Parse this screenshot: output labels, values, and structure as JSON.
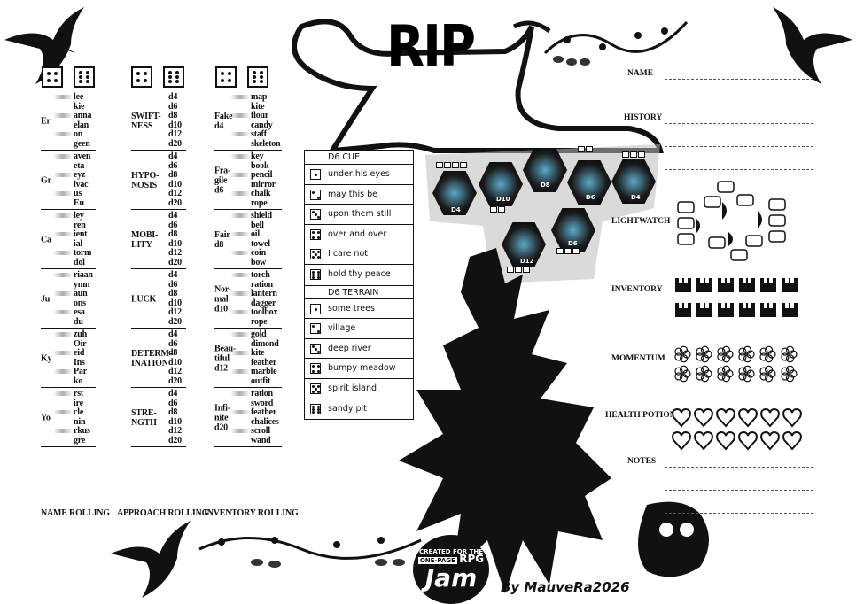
{
  "title": "RIP",
  "credit": "By MauveRa2026",
  "jam": {
    "line1": "CREATED FOR THE",
    "line2a": "ONE-PAGE",
    "line2b": "RPG",
    "line3": "Jam"
  },
  "name_rolling": {
    "footer": "NAME ROLLING",
    "groups": [
      {
        "label": "Er",
        "values": [
          "lee",
          "kie",
          "anna",
          "elan",
          "on",
          "geen"
        ]
      },
      {
        "label": "Gr",
        "values": [
          "aven",
          "eta",
          "eyz",
          "ivac",
          "us",
          "Eu"
        ]
      },
      {
        "label": "Ca",
        "values": [
          "ley",
          "ren",
          "ient",
          "ial",
          "torm",
          "dol"
        ]
      },
      {
        "label": "Ju",
        "values": [
          "riaan",
          "ymn",
          "aun",
          "ons",
          "esa",
          "du"
        ]
      },
      {
        "label": "Ky",
        "values": [
          "zuh",
          "Oir",
          "eid",
          "Ins",
          "Par",
          "ko"
        ]
      },
      {
        "label": "Yo",
        "values": [
          "rst",
          "ire",
          "cle",
          "nin",
          "rkus",
          "gre"
        ]
      }
    ]
  },
  "approach_rolling": {
    "footer": "APPROACH ROLLING",
    "groups": [
      {
        "label1": "SWIFT-",
        "label2": "NESS",
        "values": [
          "d4",
          "d6",
          "d8",
          "d10",
          "d12",
          "d20"
        ]
      },
      {
        "label1": "HYPO-",
        "label2": "NOSIS",
        "values": [
          "d4",
          "d6",
          "d8",
          "d10",
          "d12",
          "d20"
        ]
      },
      {
        "label1": "MOBI-",
        "label2": "LITY",
        "values": [
          "d4",
          "d6",
          "d8",
          "d10",
          "d12",
          "d20"
        ]
      },
      {
        "label1": "LUCK",
        "label2": "",
        "values": [
          "d4",
          "d6",
          "d8",
          "d10",
          "d12",
          "d20"
        ]
      },
      {
        "label1": "DETERM-",
        "label2": "INATION",
        "values": [
          "d4",
          "d6",
          "d8",
          "d10",
          "d12",
          "d20"
        ]
      },
      {
        "label1": "STRE-",
        "label2": "NGTH",
        "values": [
          "d4",
          "d6",
          "d8",
          "d10",
          "d12",
          "d20"
        ]
      }
    ]
  },
  "inventory_rolling": {
    "footer": "INVENTORY ROLLING",
    "groups": [
      {
        "label1": "Fake",
        "label2": "d4",
        "label3": "",
        "values": [
          "map",
          "kite",
          "flour",
          "candy",
          "staff",
          "skeleton"
        ]
      },
      {
        "label1": "Fra-",
        "label2": "gile",
        "label3": "d6",
        "values": [
          "key",
          "book",
          "pencil",
          "mirror",
          "chalk",
          "rope"
        ]
      },
      {
        "label1": "Fair",
        "label2": "d8",
        "label3": "",
        "values": [
          "shield",
          "bell",
          "oil",
          "towel",
          "coin",
          "bow"
        ]
      },
      {
        "label1": "Nor-",
        "label2": "mal",
        "label3": "d10",
        "values": [
          "torch",
          "ration",
          "lantern",
          "dagger",
          "toolbox",
          "rope"
        ]
      },
      {
        "label1": "Beau-",
        "label2": "tiful",
        "label3": "d12",
        "values": [
          "gold",
          "dimond",
          "kite",
          "feather",
          "marble",
          "outfit"
        ]
      },
      {
        "label1": "Infi-",
        "label2": "nite",
        "label3": "d20",
        "values": [
          "ration",
          "sword",
          "feather",
          "chalices",
          "scroll",
          "wand"
        ]
      }
    ]
  },
  "cue_table": {
    "cue_header": "D6 CUE",
    "cues": [
      "under his eyes",
      "may this be",
      "upon them still",
      "over and over",
      "I care not",
      "hold thy peace"
    ],
    "terrain_header": "D6 TERRAIN",
    "terrains": [
      "some trees",
      "village",
      "deep river",
      "bumpy meadow",
      "spirit island",
      "sandy pit"
    ]
  },
  "dice": [
    "D4",
    "D10",
    "D8",
    "D6",
    "D4",
    "D12",
    "D6"
  ],
  "fields": {
    "name": "NAME",
    "history": "HISTORY",
    "lightwatch": "LIGHTWATCH",
    "inventory": "INVENTORY",
    "momentum": "MOMENTUM",
    "health_potion": "HEALTH POTION",
    "notes": "NOTES"
  }
}
